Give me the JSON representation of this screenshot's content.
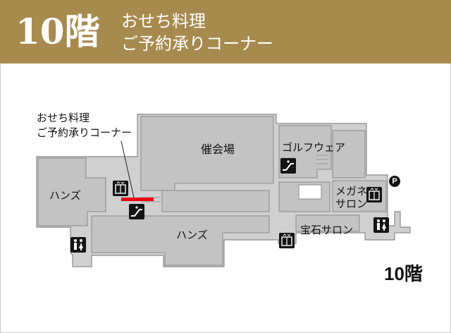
{
  "header": {
    "floor": "10階",
    "title_line1": "おせち料理",
    "title_line2": "ご予約承りコーナー"
  },
  "callout": {
    "line1": "おせち料理",
    "line2": "ご予約承りコーナー"
  },
  "areas": {
    "event_hall": "催会場",
    "golf_wear": "ゴルフウェア",
    "hands_left": "ハンズ",
    "hands_bottom": "ハンズ",
    "megane_line1": "メガネ",
    "megane_line2": "サロン",
    "houseki_salon": "宝石サロン"
  },
  "parking": "P",
  "floor_mark": "10階",
  "colors": {
    "header_bg": "#a78a4e",
    "floor_fill": "#d0d0d0",
    "room_fill": "#c3c3c3",
    "outline": "#8a8a8a",
    "highlight": "#e60012",
    "icon_bg": "#141414"
  }
}
